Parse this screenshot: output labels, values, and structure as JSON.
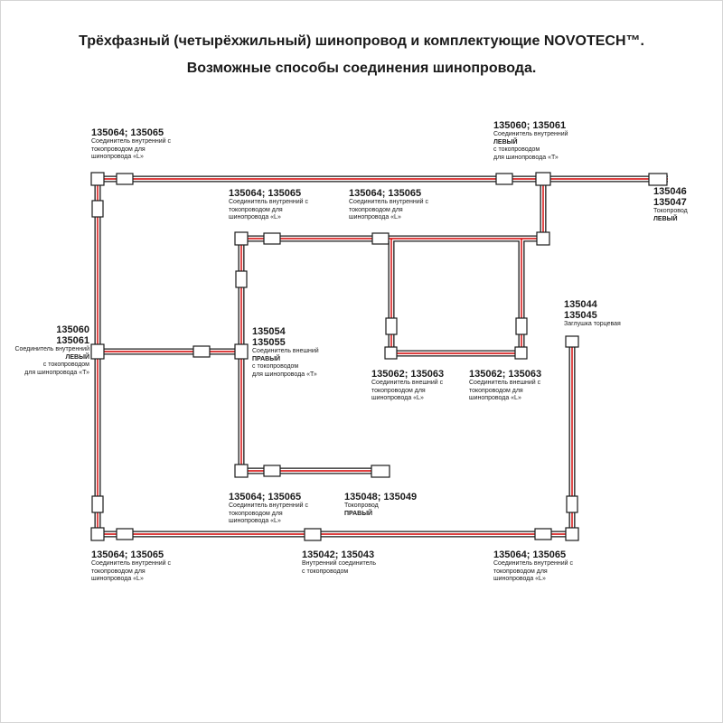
{
  "title": {
    "line1": "Трёхфазный (четырёхжильный) шинопровод и комплектующие NOVOTECH™.",
    "line2": "Возможные способы соединения шинопровода."
  },
  "colors": {
    "track": "#1a1a1a",
    "conductor": "#d40000",
    "background": "#ffffff"
  },
  "labels": [
    {
      "nums": [
        "135064; 135065"
      ],
      "desc": [
        "Соединитель внутренний с",
        "токопроводом для",
        "шинопровода «L»"
      ]
    },
    {
      "nums": [
        "135060; 135061"
      ],
      "desc": [
        "Соединитель внутренний",
        "ЛЕВЫЙ",
        "с токопроводом",
        "для шинопровода «Т»"
      ]
    },
    {
      "nums": [
        "135046",
        "135047"
      ],
      "desc": [
        "Токопровод",
        "ЛЕВЫЙ"
      ]
    },
    {
      "nums": [
        "135064; 135065"
      ],
      "desc": [
        "Соединитель внутренний с",
        "токопроводом для",
        "шинопровода «L»"
      ]
    },
    {
      "nums": [
        "135064; 135065"
      ],
      "desc": [
        "Соединитель внутренний с",
        "токопроводом для",
        "шинопровода «L»"
      ]
    },
    {
      "nums": [
        "135044",
        "135045"
      ],
      "desc": [
        "Заглушка торцевая"
      ]
    },
    {
      "nums": [
        "135060",
        "135061"
      ],
      "desc": [
        "Соединитель внутренний",
        "ЛЕВЫЙ",
        "с токопроводом",
        "для шинопровода «Т»"
      ]
    },
    {
      "nums": [
        "135054",
        "135055"
      ],
      "desc": [
        "Соединитель внешний",
        "ПРАВЫЙ",
        "с токопроводом",
        "для шинопровода «Т»"
      ]
    },
    {
      "nums": [
        "135062; 135063"
      ],
      "desc": [
        "Соединитель внешний с",
        "токопроводом для",
        "шинопровода «L»"
      ]
    },
    {
      "nums": [
        "135062; 135063"
      ],
      "desc": [
        "Соединитель внешний с",
        "токопроводом для",
        "шинопровода «L»"
      ]
    },
    {
      "nums": [
        "135064; 135065"
      ],
      "desc": [
        "Соединитель внутренний с",
        "токопроводом для",
        "шинопровода «L»"
      ]
    },
    {
      "nums": [
        "135048; 135049"
      ],
      "desc": [
        "Токопровод",
        "ПРАВЫЙ"
      ]
    },
    {
      "nums": [
        "135064; 135065"
      ],
      "desc": [
        "Соединитель внутренний с",
        "токопроводом для",
        "шинопровода «L»"
      ]
    },
    {
      "nums": [
        "135042; 135043"
      ],
      "desc": [
        "Внутренний соединитель",
        "с токопроводом"
      ]
    },
    {
      "nums": [
        "135064; 135065"
      ],
      "desc": [
        "Соединитель внутренний с",
        "токопроводом для",
        "шинопровода «L»"
      ]
    }
  ]
}
